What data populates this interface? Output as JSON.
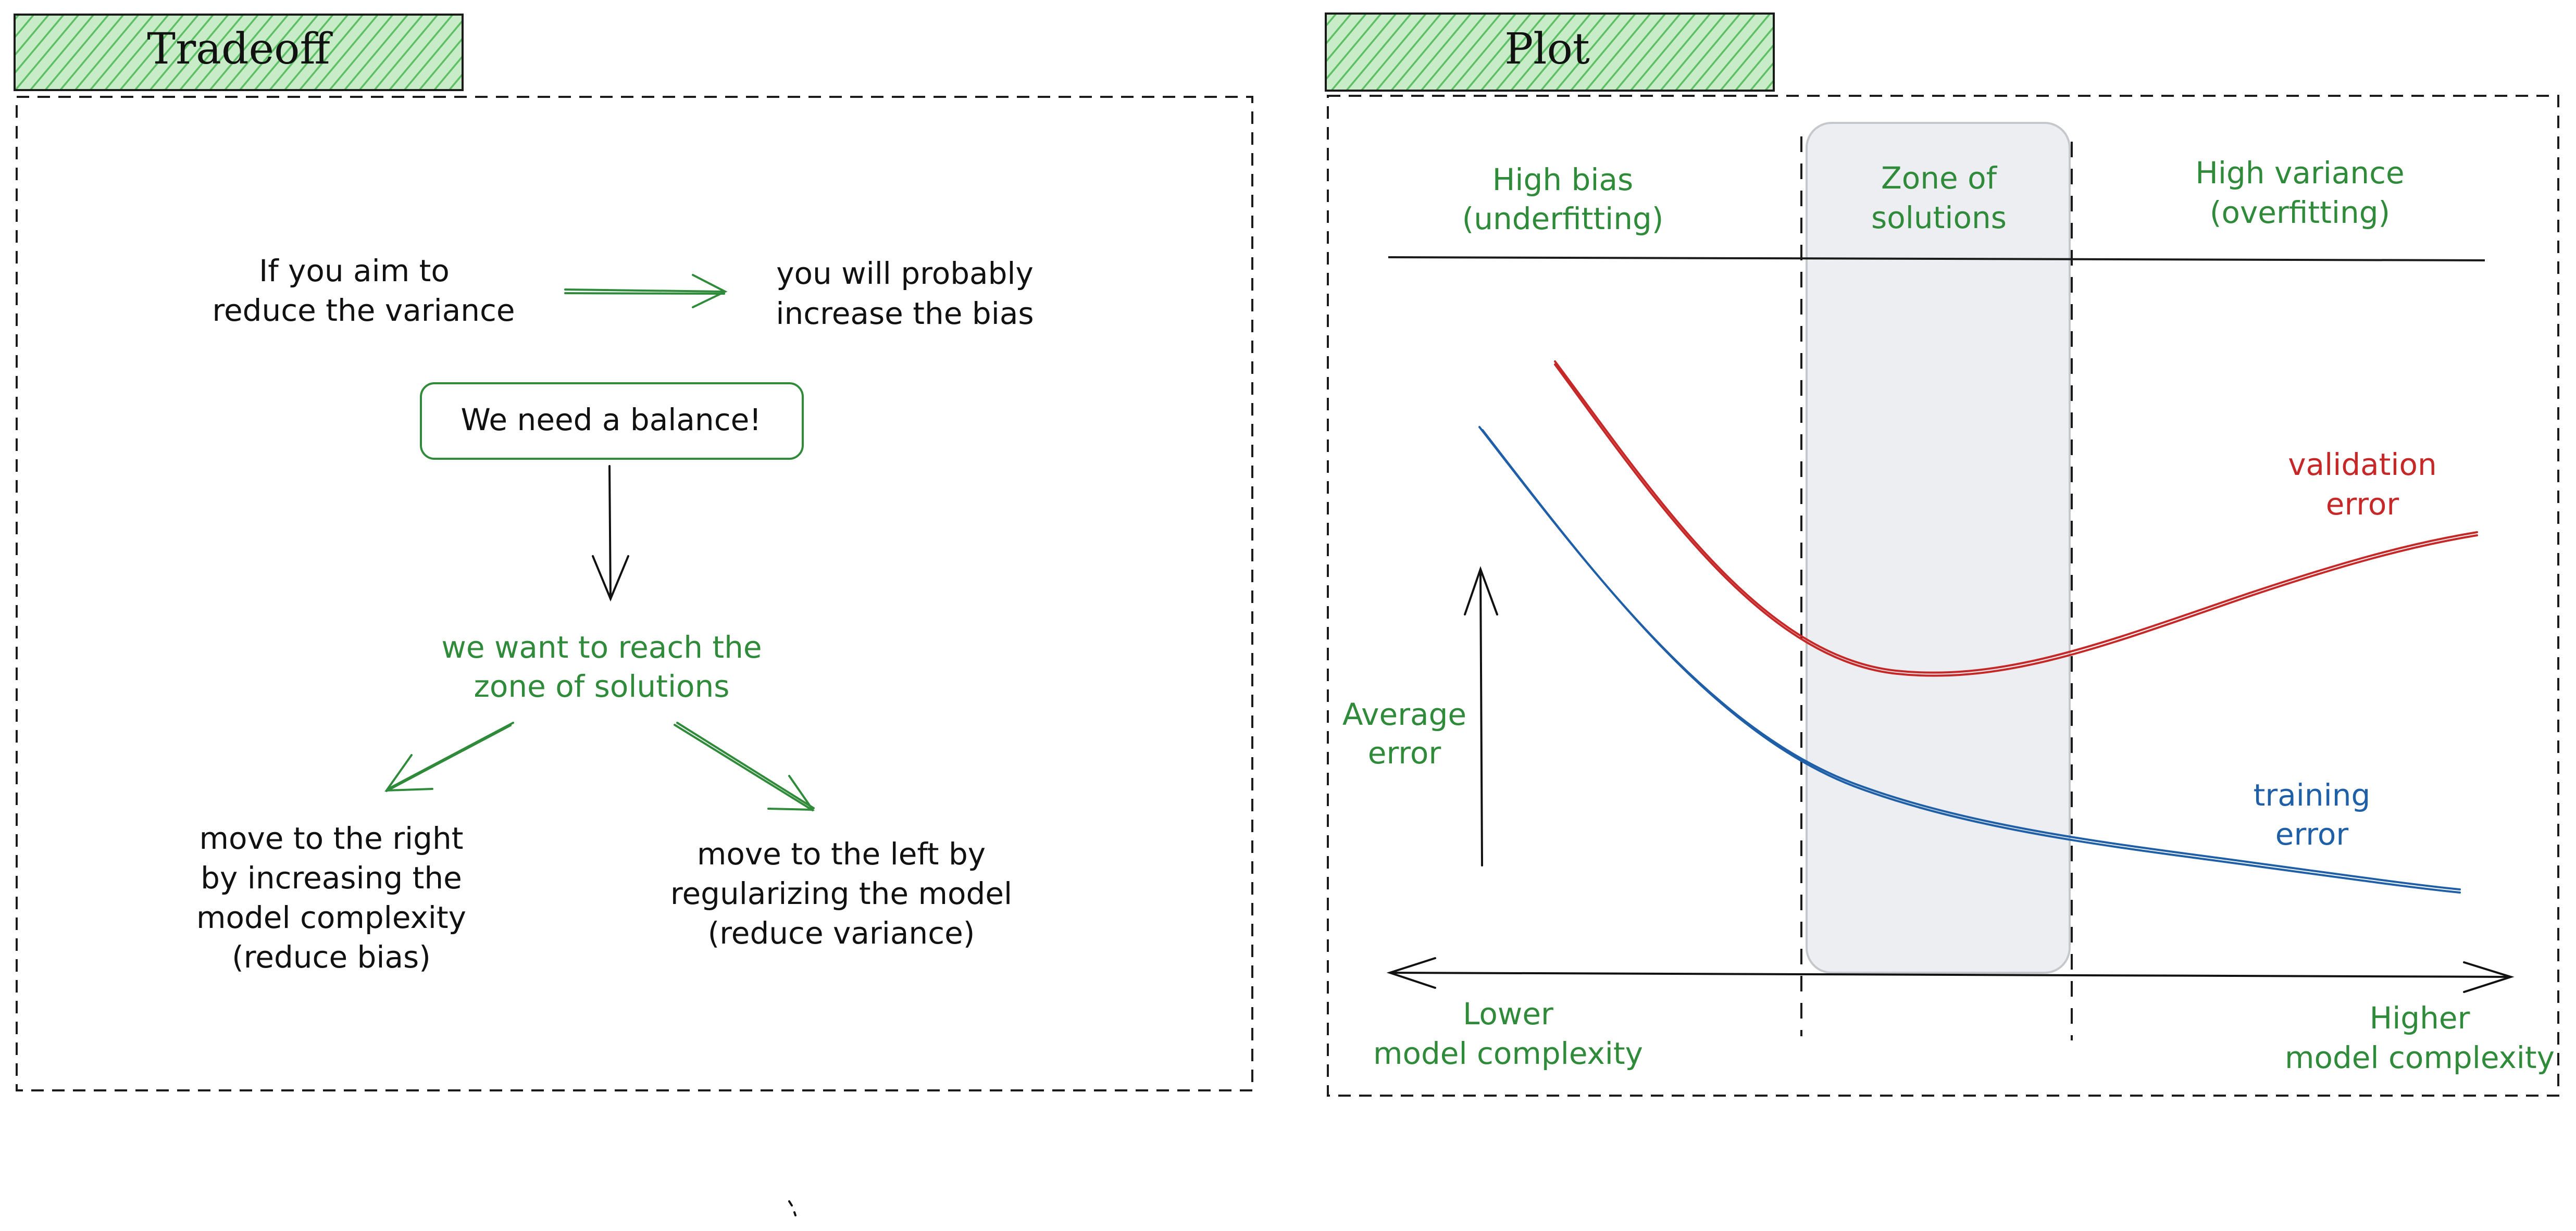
{
  "colors": {
    "green": "#2f8a3a",
    "green_hatch": "#5cbf63",
    "red": "#c62828",
    "blue": "#1f5fa8",
    "zone_fill": "#eceef1",
    "ink": "#111111"
  },
  "tradeoff": {
    "title": "Tradeoff",
    "if_line1": "If you aim to",
    "if_line2": "reduce the variance",
    "then_line1": "you will probably",
    "then_line2": "increase the bias",
    "balance": "We need a balance!",
    "reach_line1": "we want to reach the",
    "reach_line2": "zone of solutions",
    "right_line1": "move to the right",
    "right_line2": "by increasing the",
    "right_line3": "model complexity",
    "right_line4": "(reduce bias)",
    "left_line1": "move to the left by",
    "left_line2": "regularizing the model",
    "left_line3": "(reduce variance)"
  },
  "plot": {
    "title": "Plot",
    "high_bias_line1": "High bias",
    "high_bias_line2": "(underfitting)",
    "zone_line1": "Zone of",
    "zone_line2": "solutions",
    "high_var_line1": "High variance",
    "high_var_line2": "(overfitting)",
    "y_label_line1": "Average",
    "y_label_line2": "error",
    "validation_line1": "validation",
    "validation_line2": "error",
    "training_line1": "training",
    "training_line2": "error",
    "lower_line1": "Lower",
    "lower_line2": "model complexity",
    "higher_line1": "Higher",
    "higher_line2": "model complexity"
  }
}
